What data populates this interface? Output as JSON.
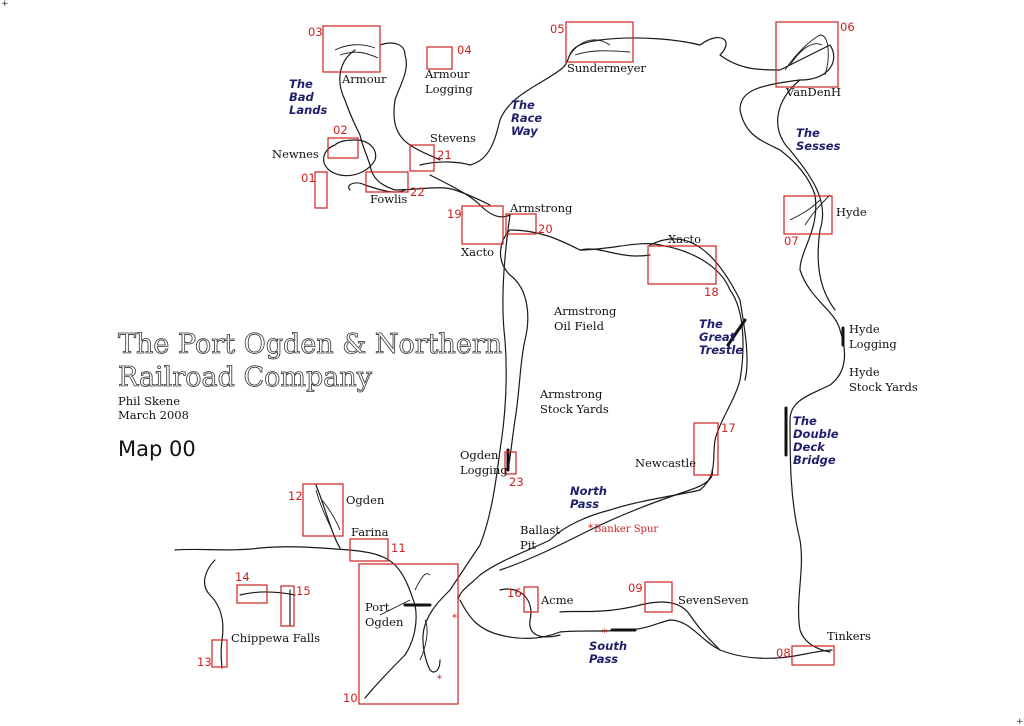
{
  "title": {
    "line1": "The Port Ogden & Northern",
    "line2": "Railroad Company"
  },
  "author": "Phil Skene",
  "date": "March 2008",
  "map_name": "Map 00",
  "places": [
    {
      "id": "armour",
      "text": "Armour"
    },
    {
      "id": "armour-logging-1",
      "text": "Armour"
    },
    {
      "id": "armour-logging-2",
      "text": "Logging"
    },
    {
      "id": "sundermeyer",
      "text": "Sundermeyer"
    },
    {
      "id": "vandenh",
      "text": "VanDenH"
    },
    {
      "id": "stevens",
      "text": "Stevens"
    },
    {
      "id": "newnes",
      "text": "Newnes"
    },
    {
      "id": "fowlis",
      "text": "Fowlis"
    },
    {
      "id": "armstrong",
      "text": "Armstrong"
    },
    {
      "id": "xacto-left",
      "text": "Xacto"
    },
    {
      "id": "xacto-right",
      "text": "Xacto"
    },
    {
      "id": "hyde",
      "text": "Hyde"
    },
    {
      "id": "hyde-logging-1",
      "text": "Hyde"
    },
    {
      "id": "hyde-logging-2",
      "text": "Logging"
    },
    {
      "id": "hyde-stock-1",
      "text": "Hyde"
    },
    {
      "id": "hyde-stock-2",
      "text": "Stock Yards"
    },
    {
      "id": "armstrong-oil-1",
      "text": "Armstrong"
    },
    {
      "id": "armstrong-oil-2",
      "text": "Oil Field"
    },
    {
      "id": "armstrong-stock-1",
      "text": "Armstrong"
    },
    {
      "id": "armstrong-stock-2",
      "text": "Stock Yards"
    },
    {
      "id": "ogden-logging-1",
      "text": "Ogden"
    },
    {
      "id": "ogden-logging-2",
      "text": "Logging"
    },
    {
      "id": "newcastle",
      "text": "Newcastle"
    },
    {
      "id": "ogden",
      "text": "Ogden"
    },
    {
      "id": "farina",
      "text": "Farina"
    },
    {
      "id": "ballast-1",
      "text": "Ballast"
    },
    {
      "id": "ballast-2",
      "text": "Pit"
    },
    {
      "id": "port-ogden-1",
      "text": "Port"
    },
    {
      "id": "port-ogden-2",
      "text": "Ogden"
    },
    {
      "id": "acme",
      "text": "Acme"
    },
    {
      "id": "sevenseven",
      "text": "SevenSeven"
    },
    {
      "id": "chippewa",
      "text": "Chippewa Falls"
    },
    {
      "id": "tinkers",
      "text": "Tinkers"
    }
  ],
  "regions": [
    {
      "id": "bad-lands",
      "lines": [
        "The",
        "Bad",
        "Lands"
      ]
    },
    {
      "id": "race-way",
      "lines": [
        "The",
        "Race",
        "Way"
      ]
    },
    {
      "id": "sesses",
      "lines": [
        "The",
        "Sesses"
      ]
    },
    {
      "id": "great-trestle",
      "lines": [
        "The",
        "Great",
        "Trestle"
      ]
    },
    {
      "id": "double-deck",
      "lines": [
        "The",
        "Double",
        "Deck",
        "Bridge"
      ]
    },
    {
      "id": "north-pass",
      "lines": [
        "North",
        "Pass"
      ]
    },
    {
      "id": "south-pass",
      "lines": [
        "South",
        "Pass"
      ]
    }
  ],
  "boxes": [
    "01",
    "02",
    "03",
    "04",
    "05",
    "06",
    "07",
    "08",
    "09",
    "10",
    "11",
    "12",
    "13",
    "14",
    "15",
    "16",
    "17",
    "18",
    "19",
    "20",
    "21",
    "22",
    "23"
  ],
  "banker_spur": "Banker Spur",
  "asterisk": "*",
  "corner_mark": "+"
}
